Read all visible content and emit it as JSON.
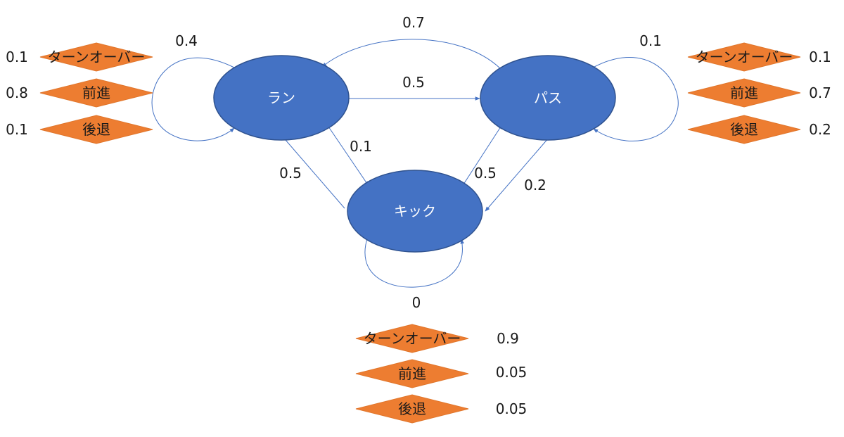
{
  "colors": {
    "node": "#4472C4",
    "edge": "#4472C4",
    "outcome": "#ED7D31"
  },
  "nodes": {
    "run": "ラン",
    "pass": "パス",
    "kick": "キック"
  },
  "transitions": {
    "run_to_run": "0.4",
    "pass_to_run": "0.7",
    "run_to_pass": "0.5",
    "pass_to_pass": "0.1",
    "run_to_kick": "0.1",
    "kick_to_run": "0.5",
    "kick_to_pass": "0.5",
    "pass_to_kick": "0.2",
    "kick_to_kick": "0"
  },
  "outcomes": {
    "run": [
      {
        "label": "ターンオーバー",
        "prob": "0.1"
      },
      {
        "label": "前進",
        "prob": "0.8"
      },
      {
        "label": "後退",
        "prob": "0.1"
      }
    ],
    "pass": [
      {
        "label": "ターンオーバー",
        "prob": "0.1"
      },
      {
        "label": "前進",
        "prob": "0.7"
      },
      {
        "label": "後退",
        "prob": "0.2"
      }
    ],
    "kick": [
      {
        "label": "ターンオーバー",
        "prob": "0.9"
      },
      {
        "label": "前進",
        "prob": "0.05"
      },
      {
        "label": "後退",
        "prob": "0.05"
      }
    ]
  }
}
